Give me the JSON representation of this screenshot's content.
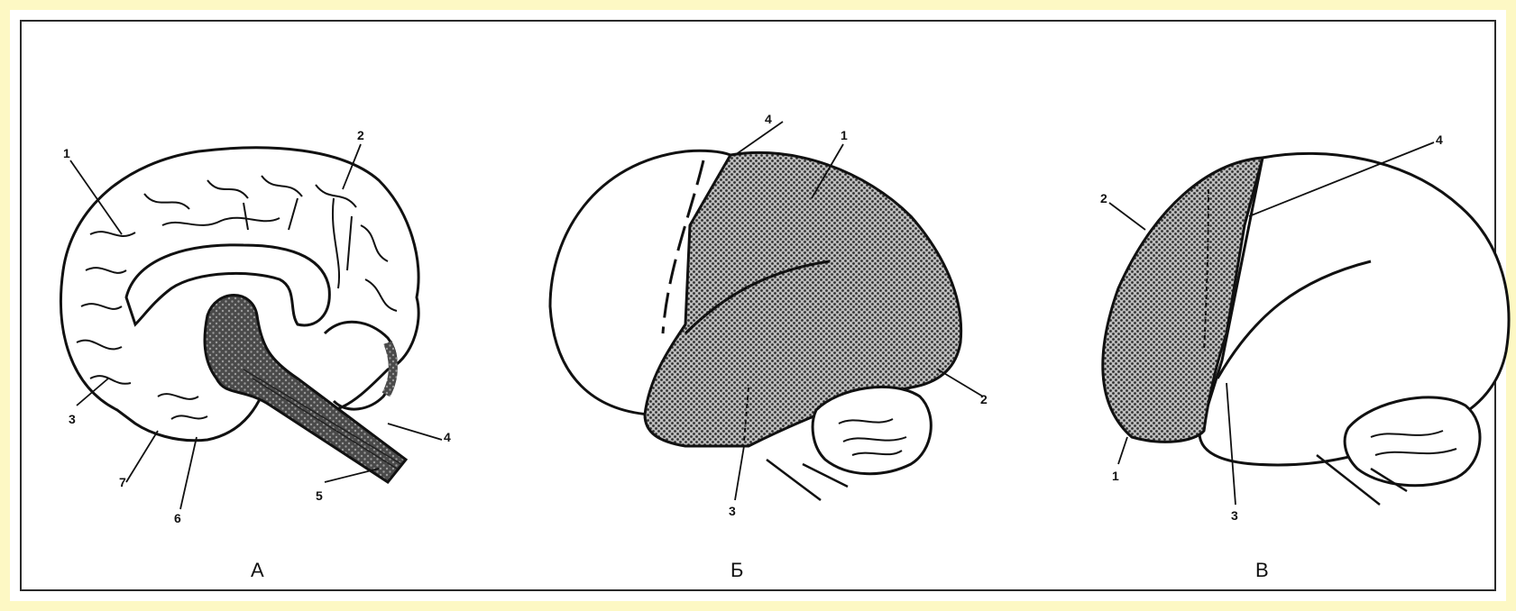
{
  "figure": {
    "panels": [
      {
        "id": "A",
        "label": "А",
        "callouts": [
          "1",
          "2",
          "3",
          "4",
          "5",
          "6",
          "7"
        ]
      },
      {
        "id": "B",
        "label": "Б",
        "callouts": [
          "1",
          "2",
          "3",
          "4"
        ]
      },
      {
        "id": "V",
        "label": "В",
        "callouts": [
          "1",
          "2",
          "3",
          "4"
        ]
      }
    ],
    "colors": {
      "frame": "#fdf8c4",
      "ink": "#111111",
      "hatch": "#3a3a3a"
    }
  }
}
